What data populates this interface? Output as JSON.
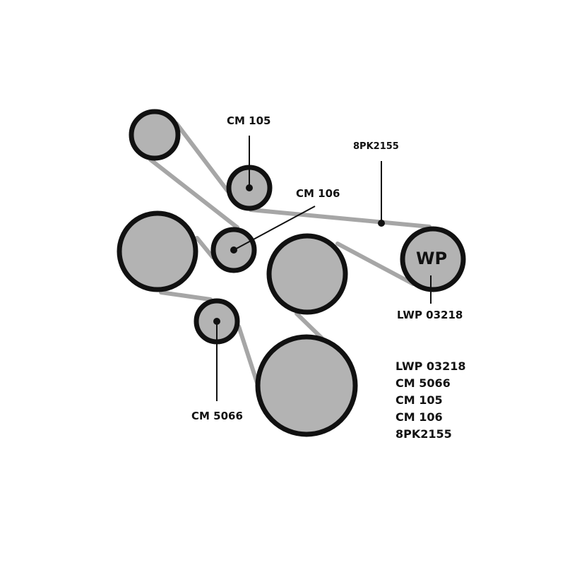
{
  "labels": {
    "cm105": "CM 105",
    "cm106": "CM 106",
    "belt": "8PK2155",
    "water_pump": "WP",
    "lwp": "LWP 03218",
    "cm5066": "CM 5066"
  },
  "parts_list": [
    "LWP 03218",
    "CM 5066",
    "CM 105",
    "CM 106",
    "8PK2155"
  ],
  "colors": {
    "pulley_fill": "#b3b3b3",
    "pulley_rim": "#111111",
    "belt": "#a6a6a6"
  }
}
